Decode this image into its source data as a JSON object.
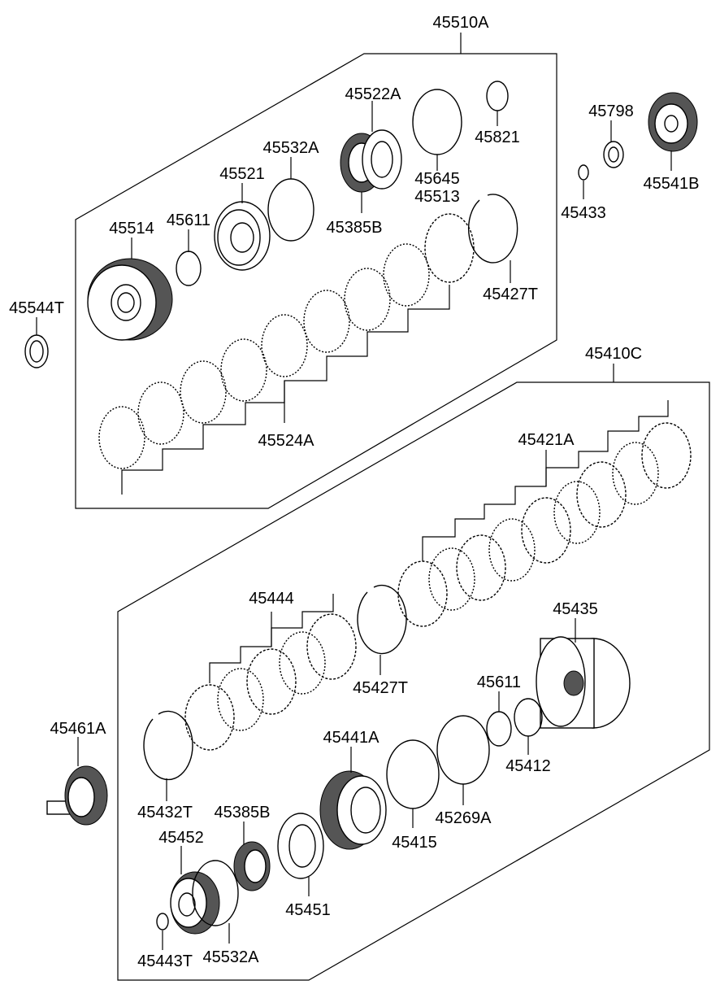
{
  "groups": {
    "top": "45510A",
    "bottom": "45410C"
  },
  "labels": {
    "p45522A": "45522A",
    "p45821": "45821",
    "p45532A_top": "45532A",
    "p45521": "45521",
    "p45645": "45645",
    "p45513": "45513",
    "p45514": "45514",
    "p45611_top": "45611",
    "p45385B_top": "45385B",
    "p45427T_top": "45427T",
    "p45544T": "45544T",
    "p45524A": "45524A",
    "p45798": "45798",
    "p45541B": "45541B",
    "p45433": "45433",
    "p45421A": "45421A",
    "p45444": "45444",
    "p45435": "45435",
    "p45427T_bot": "45427T",
    "p45611_bot": "45611",
    "p45461A": "45461A",
    "p45441A": "45441A",
    "p45412": "45412",
    "p45432T": "45432T",
    "p45385B_bot": "45385B",
    "p45415": "45415",
    "p45269A": "45269A",
    "p45452": "45452",
    "p45451": "45451",
    "p45443T": "45443T",
    "p45532A_bot": "45532A"
  }
}
